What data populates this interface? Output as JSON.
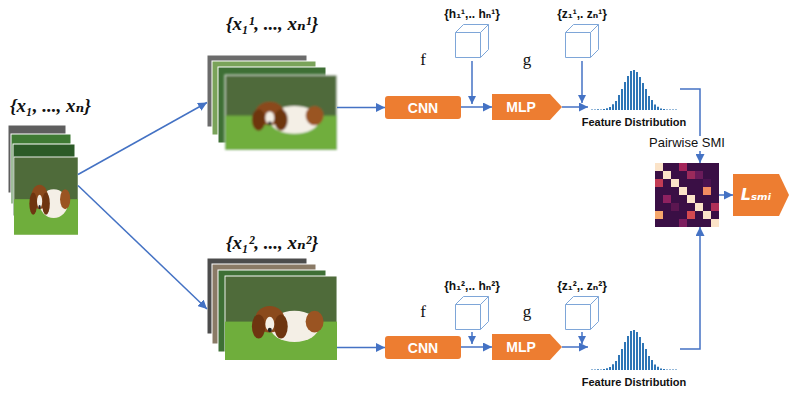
{
  "diagram": {
    "nodes": [
      {
        "text": [
          "{x₁, ..., xₙ}"
        ]
      },
      {
        "text": [
          "{x₁¹, ..., xₙ¹}"
        ]
      },
      {
        "text": [
          "f",
          "CNN"
        ]
      },
      {
        "text": [
          "{h₁¹,.. hₙ¹}"
        ]
      },
      {
        "text": [
          "g",
          "MLP"
        ]
      },
      {
        "text": [
          "{z₁¹,. zₙ¹}"
        ]
      },
      {
        "text": [
          "Feature Distribution"
        ]
      },
      {
        "text": [
          "{x₁², ..., xₙ²}"
        ]
      },
      {
        "text": [
          "f",
          "CNN"
        ]
      },
      {
        "text": [
          "{h₁²,.. hₙ²}"
        ]
      },
      {
        "text": [
          "g",
          "MLP"
        ]
      },
      {
        "text": [
          "{z₁²,. zₙ²}"
        ]
      },
      {
        "text": [
          "Feature Distribution"
        ]
      },
      {
        "text": [
          "Pairwise SMI"
        ]
      },
      {
        "text": [
          "Lₛₘᵢ"
        ]
      }
    ],
    "edges": [
      {
        "from": 0,
        "to": 1,
        "arrow": "to"
      },
      {
        "from": 0,
        "to": 7,
        "arrow": "to"
      },
      {
        "from": 1,
        "to": 2,
        "arrow": "to"
      },
      {
        "from": 2,
        "to": 4,
        "arrow": "to"
      },
      {
        "from": 4,
        "to": 6,
        "arrow": "to"
      },
      {
        "from": 6,
        "to": 13,
        "arrow": "to"
      },
      {
        "from": 7,
        "to": 8,
        "arrow": "to"
      },
      {
        "from": 8,
        "to": 10,
        "arrow": "to"
      },
      {
        "from": 10,
        "to": 12,
        "arrow": "to"
      },
      {
        "from": 12,
        "to": 13,
        "arrow": "to"
      },
      {
        "from": 13,
        "to": 14,
        "arrow": "to"
      }
    ]
  }
}
